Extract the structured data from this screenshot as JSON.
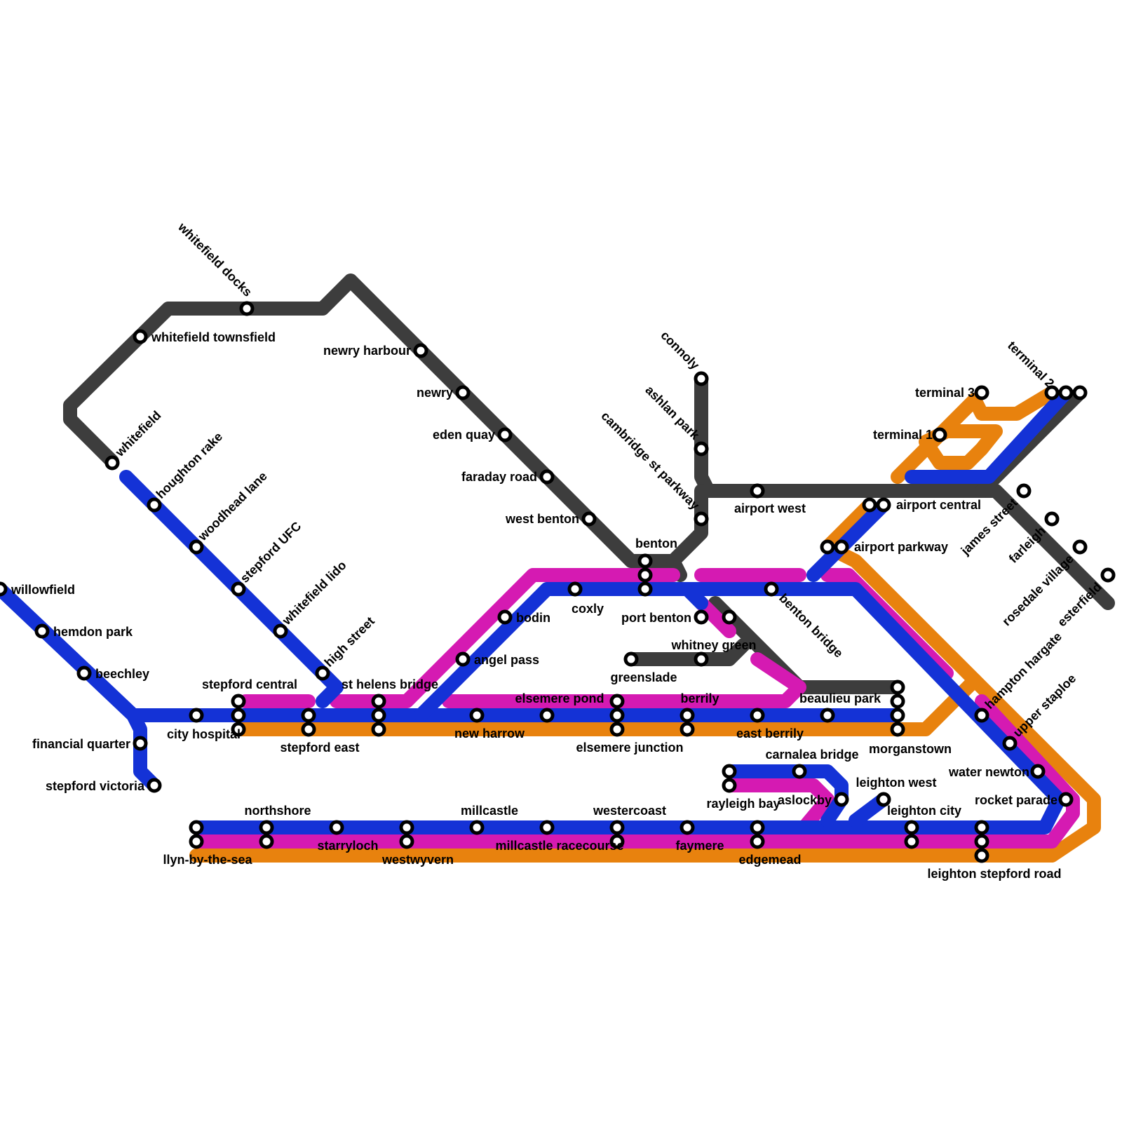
{
  "map": {
    "colors": {
      "blue": "#1432d6",
      "magenta": "#d51ab2",
      "orange": "#e8820e",
      "gray": "#3d3d3d",
      "station_fill": "#ffffff",
      "station_stroke": "#000000"
    },
    "lines": [
      {
        "color": "gray"
      },
      {
        "color": "orange"
      },
      {
        "color": "magenta"
      },
      {
        "color": "blue"
      }
    ],
    "stations": [
      "whitefield docks",
      "whitefield townsfield",
      "whitefield",
      "newry harbour",
      "newry",
      "eden quay",
      "faraday road",
      "west benton",
      "benton",
      "connoly",
      "ashlan park",
      "cambridge st parkway",
      "airport west",
      "terminal 3",
      "terminal 1",
      "terminal 2",
      "airport central",
      "airport parkway",
      "james street",
      "farleigh",
      "rosedale village",
      "esterfield",
      "houghton rake",
      "woodhead lane",
      "stepford UFC",
      "whitefield lido",
      "high street",
      "willowfield",
      "hemdon park",
      "beechley",
      "financial quarter",
      "stepford victoria",
      "city hospital",
      "stepford central",
      "stepford east",
      "st helens bridge",
      "bodin",
      "angel pass",
      "coxly",
      "port benton",
      "whitney green",
      "greenslade",
      "benton bridge",
      "new harrow",
      "elsemere pond",
      "elsemere junction",
      "berrily",
      "east berrily",
      "beaulieu park",
      "morganstown",
      "hampton hargate",
      "upper staploe",
      "water newton",
      "rocket parade",
      "carnalea bridge",
      "rayleigh bay",
      "aslockby",
      "leighton west",
      "leighton city",
      "leighton stepford road",
      "northshore",
      "llyn-by-the-sea",
      "starryloch",
      "westwyvern",
      "millcastle",
      "millcastle racecourse",
      "westercoast",
      "faymere",
      "edgemead"
    ]
  }
}
